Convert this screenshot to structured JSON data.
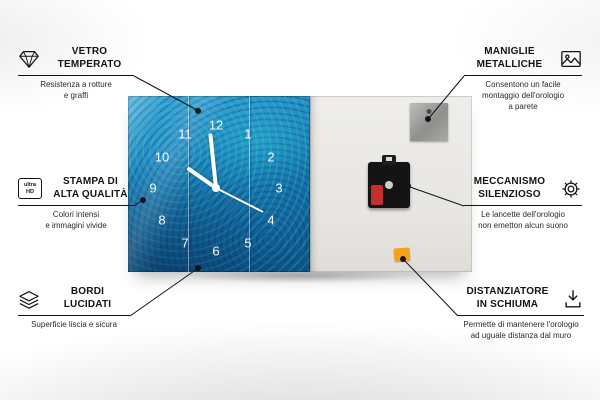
{
  "callouts": {
    "left": [
      {
        "title": "VETRO\nTEMPERATO",
        "desc": "Resistenza a rotture\ne graffi",
        "icon": "diamond-icon"
      },
      {
        "title": "STAMPA DI\nALTA QUALITÀ",
        "desc": "Colori intensi\ne immagini vivide",
        "icon": "ultra-hd-icon"
      },
      {
        "title": "BORDI\nLUCIDATI",
        "desc": "Superficie liscia e sicura",
        "icon": "layers-icon"
      }
    ],
    "right": [
      {
        "title": "MANIGLIE\nMETALLICHE",
        "desc": "Consentono un facile\nmontaggio dell'orologio\na parete",
        "icon": "picture-icon"
      },
      {
        "title": "MECCANISMO\nSILENZIOSO",
        "desc": "Le lancette dell'orologio\nnon emetton alcun suono",
        "icon": "gear-icon"
      },
      {
        "title": "DISTANZIATORE\nIN SCHIUMA",
        "desc": "Permette di mantenere l'orologio\nad uguale distanza dal muro",
        "icon": "down-arrow-icon"
      }
    ]
  },
  "icons": {
    "ultra_hd": "ultra\nHD"
  },
  "clock": {
    "numbers": [
      "12",
      "1",
      "2",
      "3",
      "4",
      "5",
      "6",
      "7",
      "8",
      "9",
      "10",
      "11"
    ]
  },
  "colors": {
    "clock_blue": "#1f86c0",
    "clock_blue_dark": "#0e4f85",
    "accent_teal": "#2de1b9",
    "back_panel_gray": "#e9e7e3",
    "mechanism_black": "#141414",
    "battery_red": "#c62f2f",
    "spacer_orange": "#f5a21d",
    "line_black": "#141414"
  }
}
